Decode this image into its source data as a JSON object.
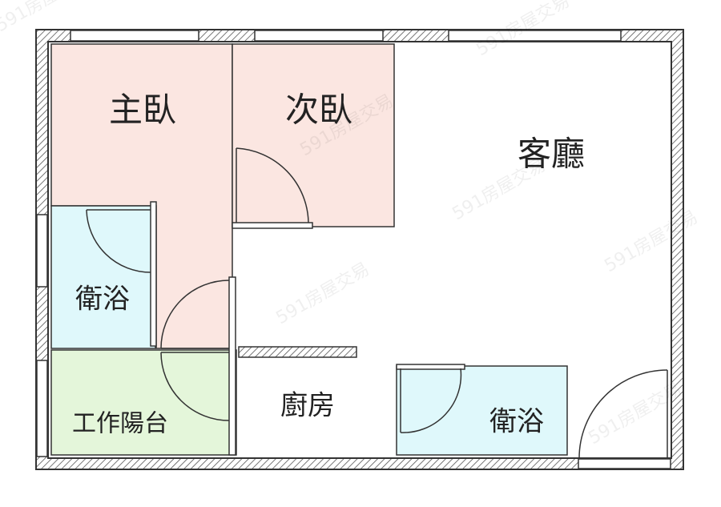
{
  "rooms": {
    "master_bedroom": "主臥",
    "second_bedroom": "次臥",
    "living_room": "客廳",
    "bathroom_1": "衛浴",
    "utility_balcony": "工作陽台",
    "kitchen": "廚房",
    "bathroom_2": "衛浴"
  },
  "watermark": "591房屋交易",
  "colors": {
    "bedroom": "#fbe6e1",
    "bathroom": "#dff8fb",
    "balcony": "#e4f6da",
    "wall": "#333333"
  }
}
